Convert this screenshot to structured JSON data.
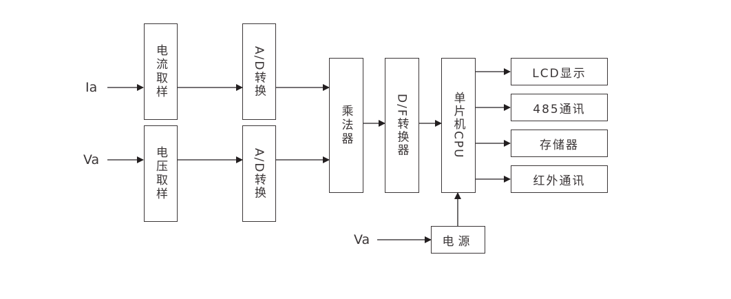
{
  "inputs": {
    "current": "Ia",
    "voltage": "Va",
    "power_input": "Va"
  },
  "blocks": {
    "current_sampling": "电流取样",
    "voltage_sampling": "电压取样",
    "ad_top": "A/D转换",
    "ad_bottom": "A/D转换",
    "multiplier": "乘法器",
    "df_converter": "D/F转换器",
    "mcu": "单片机CPU",
    "power": "电源"
  },
  "outputs": [
    {
      "label": "LCD显示"
    },
    {
      "label": "485通讯"
    },
    {
      "label": "存储器"
    },
    {
      "label": "红外通讯"
    }
  ]
}
